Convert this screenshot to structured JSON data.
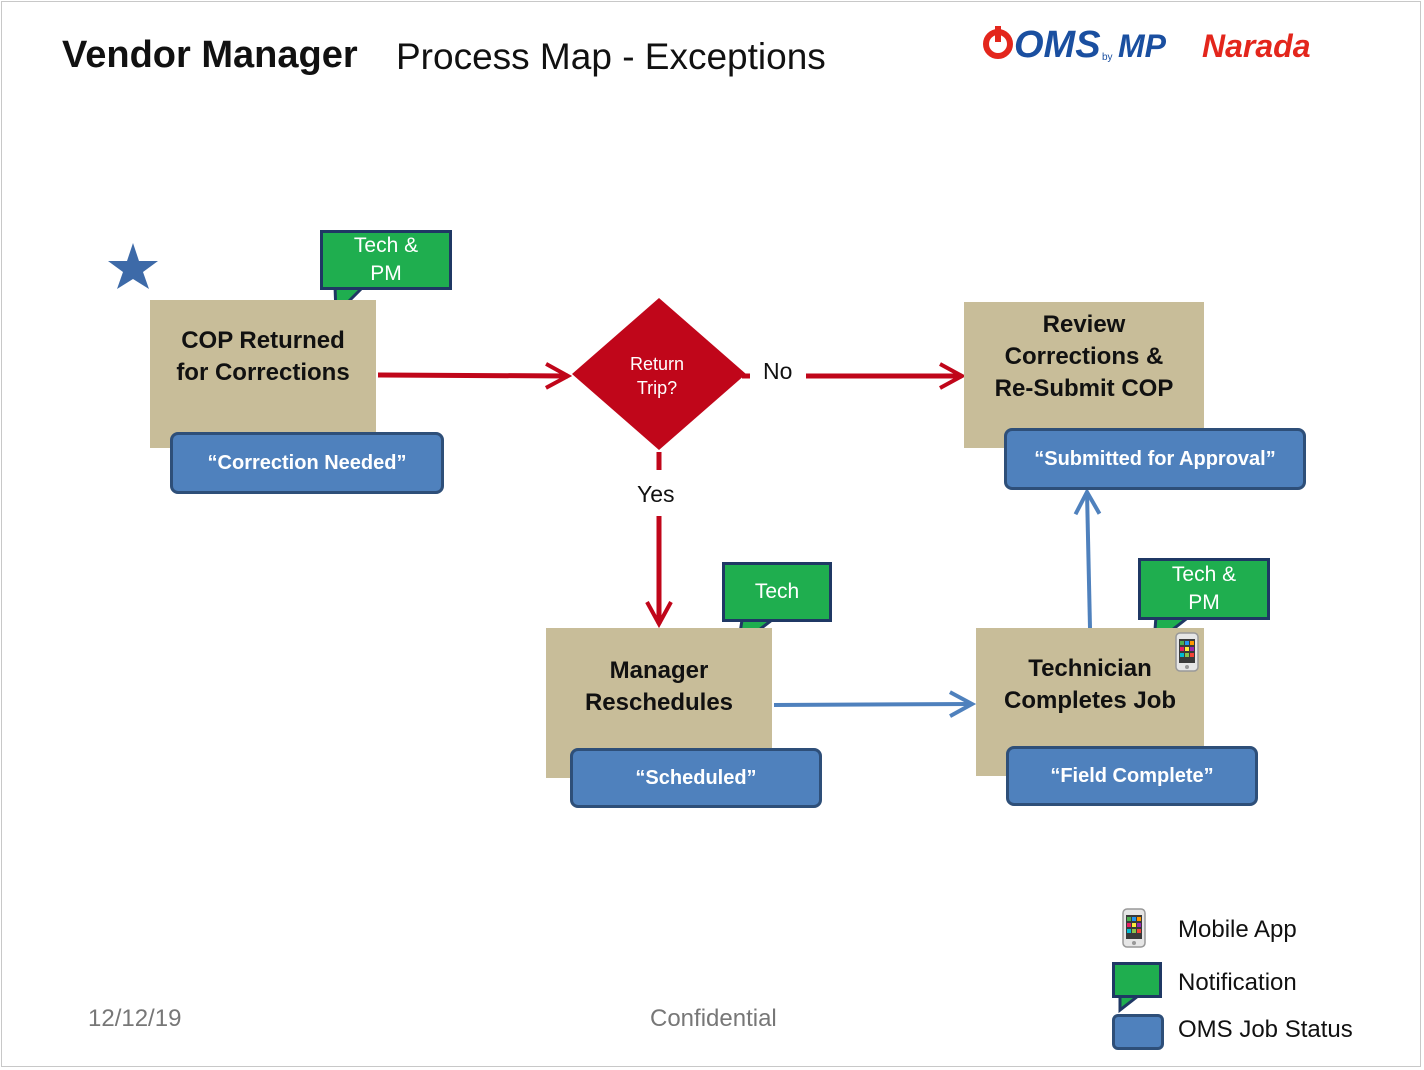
{
  "header": {
    "title": "Vendor Manager",
    "subtitle": "Process Map - Exceptions",
    "logo": {
      "left": "OMS",
      "by": "by",
      "mid": "MP",
      "right": "Narada"
    }
  },
  "nodes": {
    "cop_returned": {
      "label": "COP Returned\nfor Corrections",
      "status": "“Correction Needed”",
      "notification": "Tech &\nPM"
    },
    "decision": {
      "label_line1": "Return",
      "label_line2": "Trip?",
      "no_label": "No",
      "yes_label": "Yes"
    },
    "review": {
      "label": "Review\nCorrections &\nRe-Submit COP",
      "status": "“Submitted for Approval”"
    },
    "manager": {
      "label": "Manager\nReschedules",
      "status": "“Scheduled”",
      "notification": "Tech"
    },
    "technician": {
      "label": "Technician\nCompletes Job",
      "status": "“Field Complete”",
      "notification": "Tech &\nPM"
    }
  },
  "legend": {
    "mobile_app": "Mobile App",
    "notification": "Notification",
    "job_status": "OMS Job Status"
  },
  "footer": {
    "date": "12/12/19",
    "confidential": "Confidential"
  },
  "colors": {
    "process": "#c8bd99",
    "status": "#4f81bd",
    "notification": "#1fae4f",
    "decision": "#c0061a",
    "flow_red": "#c0061a",
    "flow_blue": "#4f81bd",
    "star": "#3d6aa8"
  }
}
